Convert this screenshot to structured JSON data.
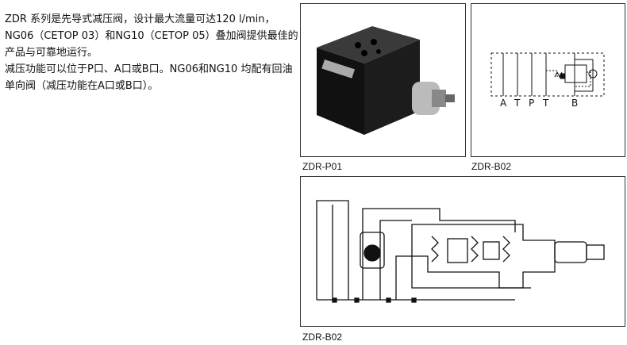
{
  "description": {
    "line1": "ZDR 系列是先导式减压阀，设计最大流量可达120 l/min，NG06（CETOP 03）和NG10（CETOP 05）叠加阀提供最佳的产品与可靠地运行。",
    "line2": "减压功能可以位于P口、A口或B口。NG06和NG10 均配有回油单向阀（减压功能在A口或B口）。"
  },
  "figures": {
    "photo_caption": "ZDR-P01",
    "symbol_caption": "ZDR-B02",
    "section_caption": "ZDR-B02",
    "port_labels": [
      "A",
      "T",
      "P",
      "T",
      "B"
    ]
  }
}
